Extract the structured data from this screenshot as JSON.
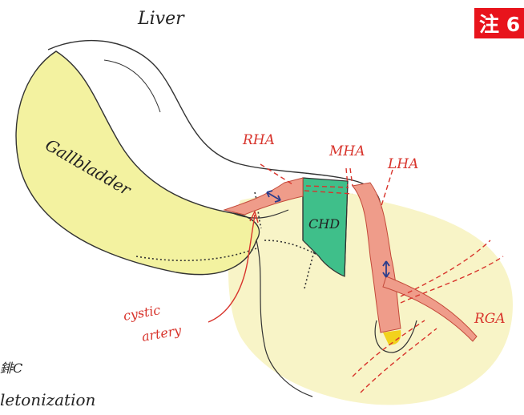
{
  "badge": "注 6",
  "labels": {
    "liver": "Liver",
    "gallbladder": "Gallbladder",
    "rha": "RHA",
    "mha": "MHA",
    "lha": "LHA",
    "chd": "CHD",
    "rga": "RGA",
    "cystic_artery_line1": "cystic",
    "cystic_artery_line2": "artery",
    "fragment_1": "䤵C",
    "fragment_2": "letonization"
  },
  "colors": {
    "gallbladder_fill": "#f3f2a0",
    "yellow_wash": "#f6f0b4",
    "artery_fill": "#ef9c8a",
    "duct_fill": "#3fbf8a",
    "node_yellow": "#f2d21c",
    "red_ink": "#d8342c",
    "arrow_blue": "#2a3c8c",
    "badge_red": "#e8141c"
  }
}
